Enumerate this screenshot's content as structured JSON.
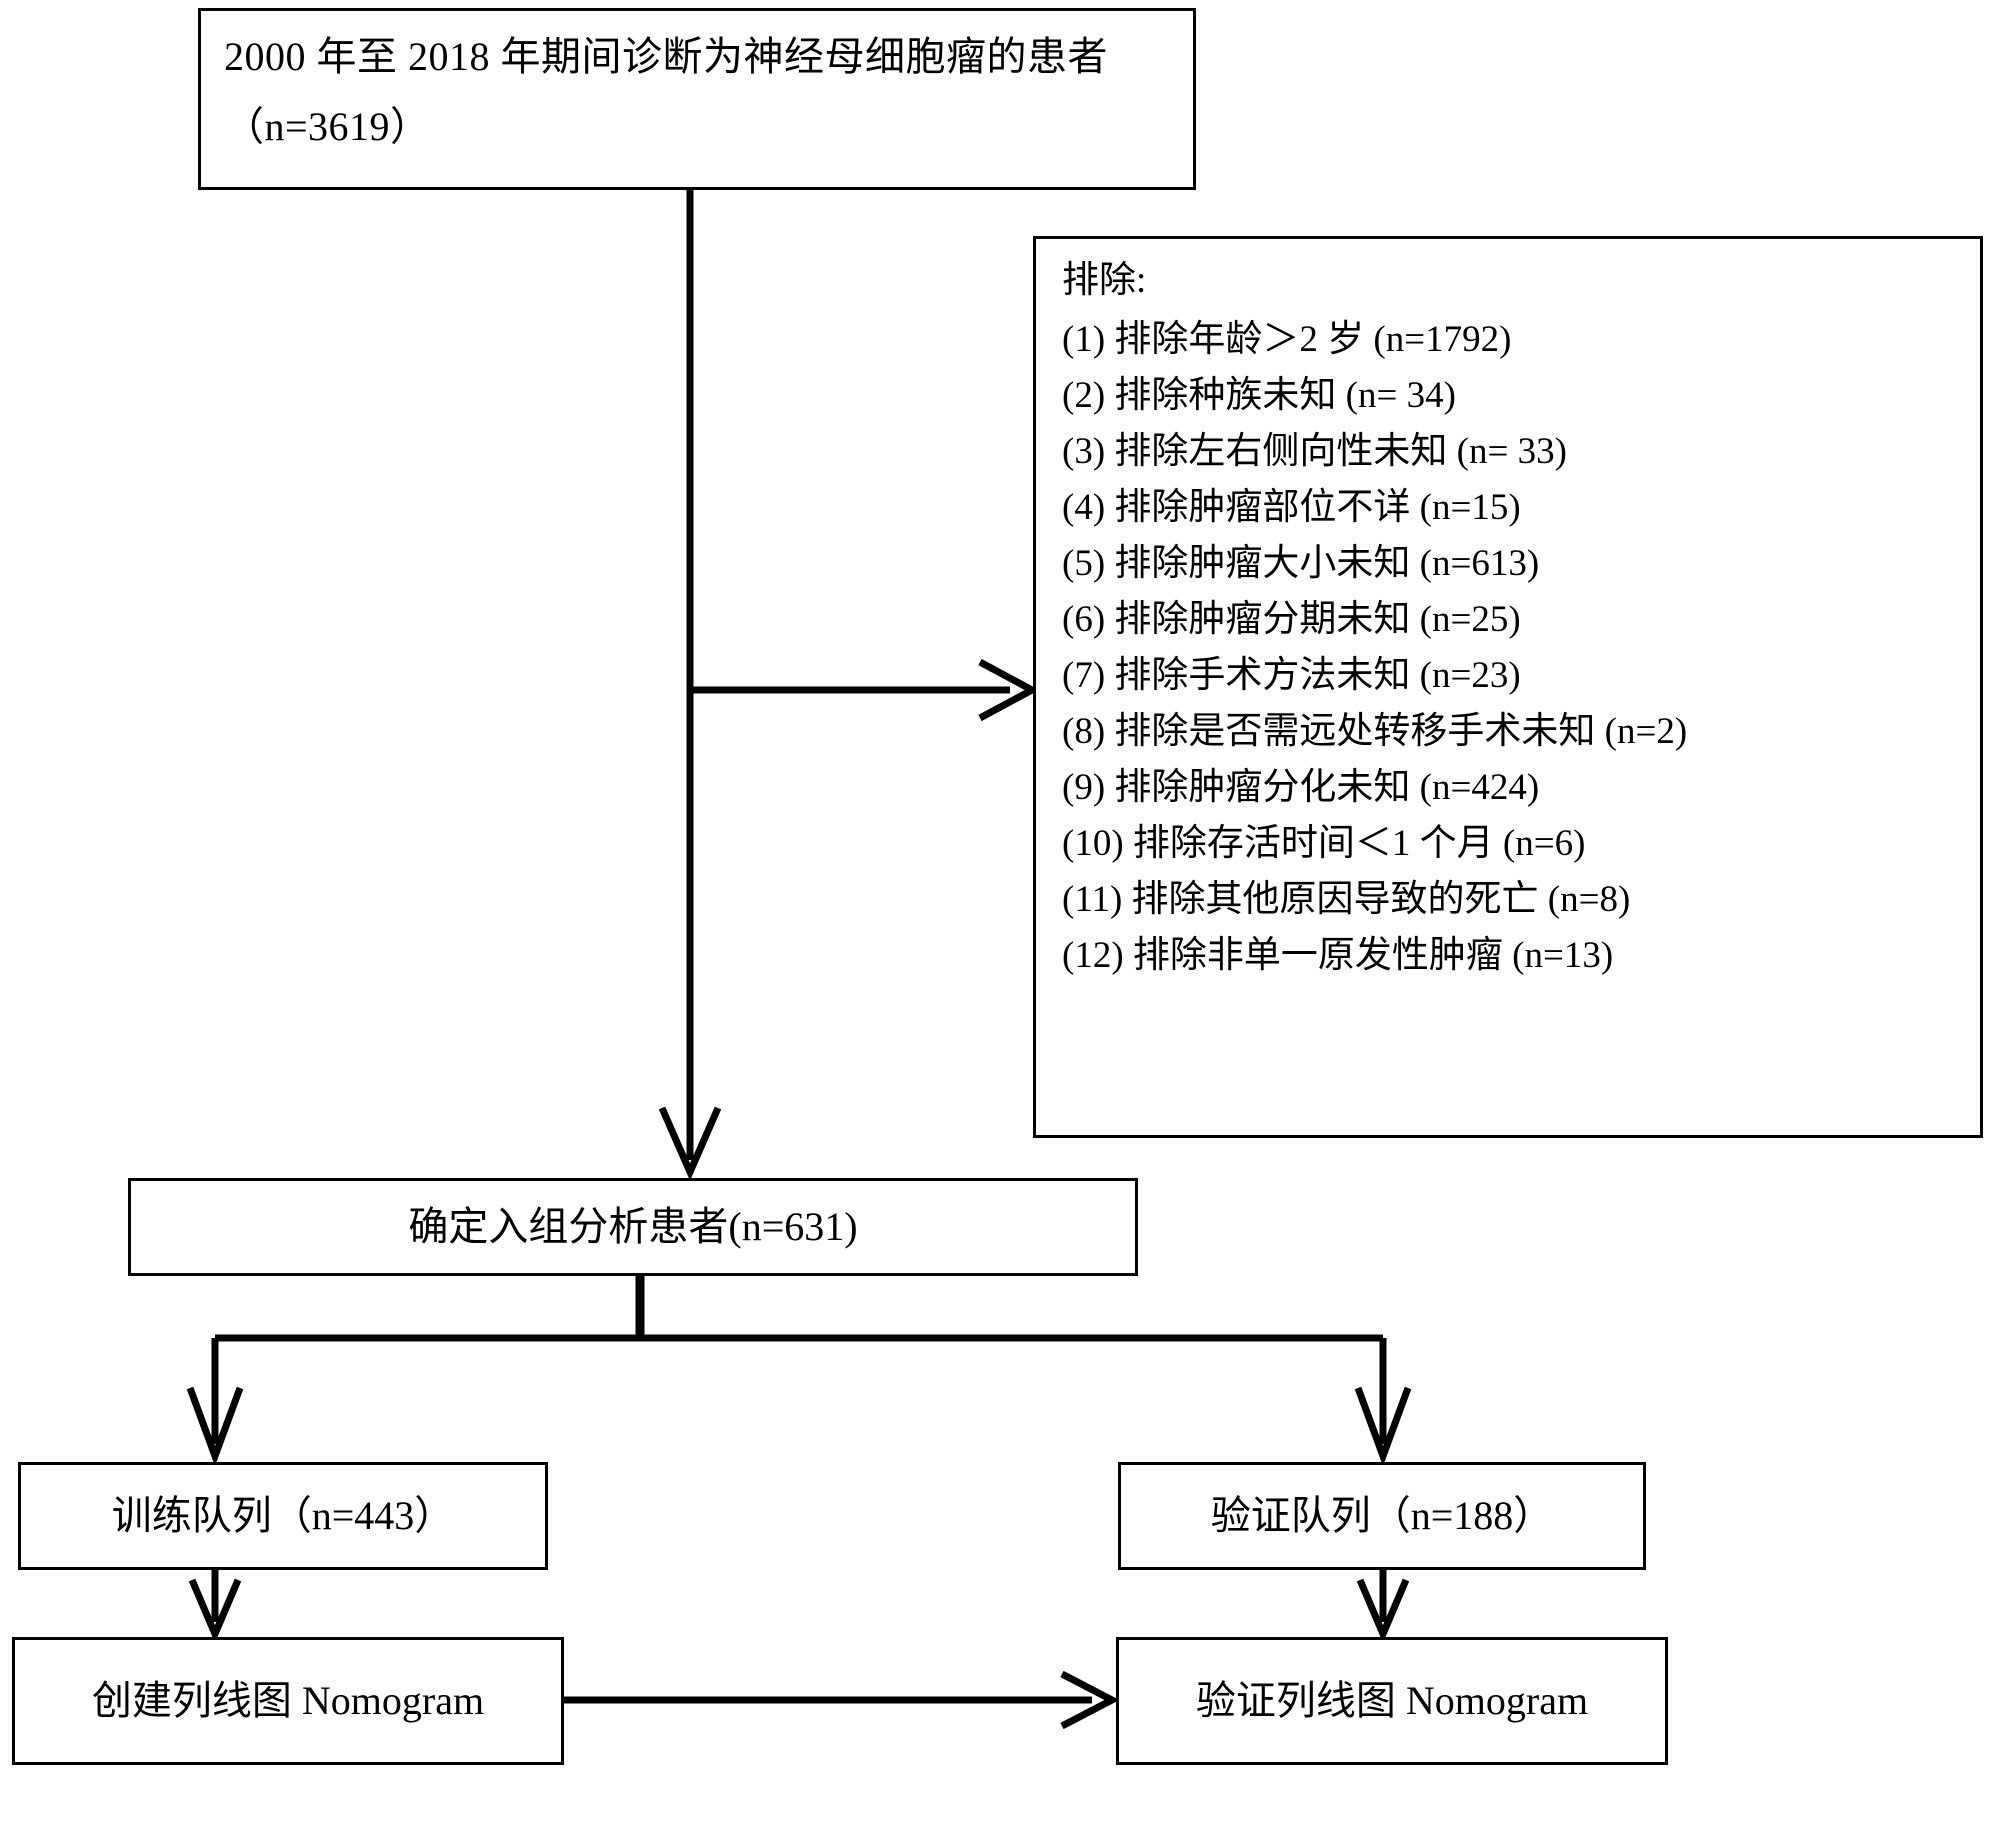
{
  "figure": {
    "type": "flowchart",
    "title": "",
    "language": "zh-CN"
  },
  "source_box": {
    "text": "2000 年至 2018 年期间诊断为神经母细胞瘤的患者（n=3619）",
    "count": 3619
  },
  "exclusion_box": {
    "heading": "排除:",
    "items": [
      {
        "index": "(1)",
        "label": "排除年龄＞2 岁",
        "count_text": "(n=1792)",
        "count": 1792,
        "text": "(1) 排除年龄＞2 岁  (n=1792)"
      },
      {
        "index": "(2)",
        "label": "排除种族未知",
        "count_text": "(n= 34)",
        "count": 34,
        "text": "(2) 排除种族未知  (n= 34)"
      },
      {
        "index": "(3)",
        "label": "排除左右侧向性未知",
        "count_text": "(n= 33)",
        "count": 33,
        "text": "(3) 排除左右侧向性未知  (n= 33)"
      },
      {
        "index": "(4)",
        "label": "排除肿瘤部位不详",
        "count_text": "(n=15)",
        "count": 15,
        "text": "(4) 排除肿瘤部位不详  (n=15)"
      },
      {
        "index": "(5)",
        "label": "排除肿瘤大小未知",
        "count_text": "(n=613)",
        "count": 613,
        "text": "(5) 排除肿瘤大小未知  (n=613)"
      },
      {
        "index": "(6)",
        "label": "排除肿瘤分期未知",
        "count_text": "(n=25)",
        "count": 25,
        "text": "(6) 排除肿瘤分期未知  (n=25)"
      },
      {
        "index": "(7)",
        "label": "排除手术方法未知",
        "count_text": "(n=23)",
        "count": 23,
        "text": "(7) 排除手术方法未知  (n=23)"
      },
      {
        "index": "(8)",
        "label": "排除是否需远处转移手术未知",
        "count_text": "(n=2)",
        "count": 2,
        "text": "(8) 排除是否需远处转移手术未知  (n=2)"
      },
      {
        "index": "(9)",
        "label": "排除肿瘤分化未知",
        "count_text": "(n=424)",
        "count": 424,
        "text": "(9) 排除肿瘤分化未知  (n=424)"
      },
      {
        "index": "(10)",
        "label": "排除存活时间＜1 个月",
        "count_text": "(n=6)",
        "count": 6,
        "text": "(10) 排除存活时间＜1 个月  (n=6)"
      },
      {
        "index": "(11)",
        "label": "排除其他原因导致的死亡",
        "count_text": "(n=8)",
        "count": 8,
        "text": "(11) 排除其他原因导致的死亡  (n=8)"
      },
      {
        "index": "(12)",
        "label": "排除非单一原发性肿瘤",
        "count_text": "(n=13)",
        "count": 13,
        "text": "(12) 排除非单一原发性肿瘤  (n=13)"
      }
    ]
  },
  "enrolled_box": {
    "text": "确定入组分析患者(n=631)",
    "count": 631
  },
  "training_box": {
    "text": "训练队列（n=443）",
    "count": 443
  },
  "validation_box": {
    "text": "验证队列（n=188）",
    "count": 188
  },
  "build_nomogram_box": {
    "text": "创建列线图 Nomogram"
  },
  "validate_nomogram_box": {
    "text": "验证列线图 Nomogram"
  },
  "colors": {
    "stroke": "#000000",
    "background": "#ffffff",
    "text": "#000000"
  }
}
